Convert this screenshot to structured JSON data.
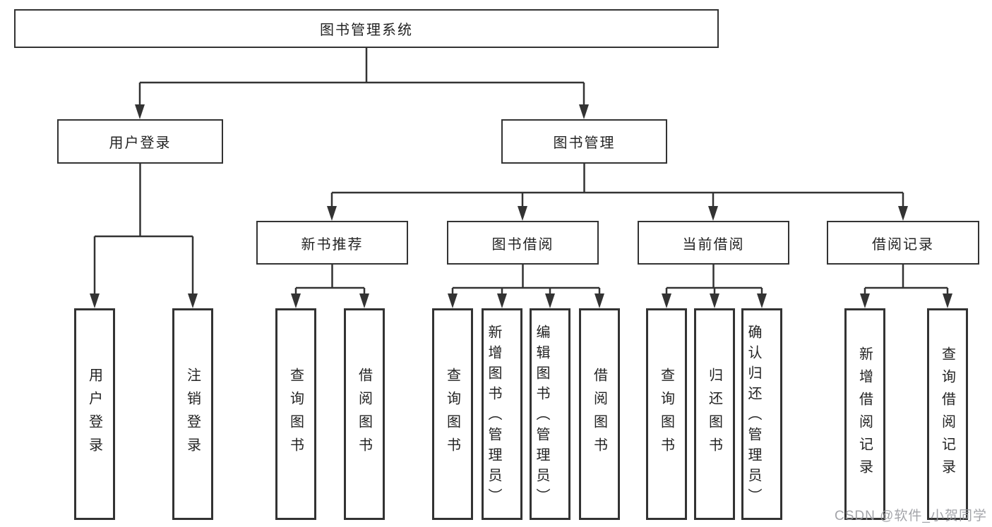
{
  "colors": {
    "line": "#333333",
    "box_border": "#333333",
    "text": "#232323",
    "background": "#ffffff",
    "watermark": "#9a9ba0"
  },
  "watermark": {
    "text": "CSDN @软件_小贺同学"
  },
  "tree": {
    "root": {
      "label": "图书管理系统"
    },
    "branches": [
      {
        "label": "用户登录",
        "children": [
          {
            "label": "用户登录"
          },
          {
            "label": "注销登录"
          }
        ]
      },
      {
        "label": "图书管理",
        "children": [
          {
            "label": "新书推荐",
            "children": [
              {
                "label": "查询图书"
              },
              {
                "label": "借阅图书"
              }
            ]
          },
          {
            "label": "图书借阅",
            "children": [
              {
                "label": "查询图书"
              },
              {
                "label": "新增图书（管理员）"
              },
              {
                "label": "编辑图书（管理员）"
              },
              {
                "label": "借阅图书"
              }
            ]
          },
          {
            "label": "当前借阅",
            "children": [
              {
                "label": "查询图书"
              },
              {
                "label": "归还图书"
              },
              {
                "label": "确认归还（管理员）"
              }
            ]
          },
          {
            "label": "借阅记录",
            "children": [
              {
                "label": "新增借阅记录"
              },
              {
                "label": "查询借阅记录"
              }
            ]
          }
        ]
      }
    ]
  }
}
